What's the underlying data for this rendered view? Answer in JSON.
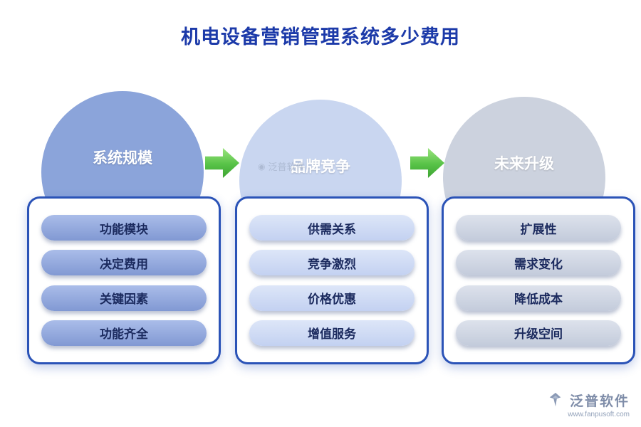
{
  "title": "机电设备营销管理系统多少费用",
  "watermark": "泛普软件",
  "columns": [
    {
      "circle_label": "系统规模",
      "items": [
        "功能模块",
        "决定费用",
        "关键因素",
        "功能齐全"
      ]
    },
    {
      "circle_label": "品牌竞争",
      "items": [
        "供需关系",
        "竞争激烈",
        "价格优惠",
        "增值服务"
      ]
    },
    {
      "circle_label": "未来升级",
      "items": [
        "扩展性",
        "需求变化",
        "降低成本",
        "升级空间"
      ]
    }
  ],
  "logo": {
    "name": "泛普软件",
    "url": "www.fanpusoft.com"
  },
  "colors": {
    "title_blue": "#1c3aa9",
    "circle_1": "#8ba4da",
    "circle_2": "#c9d6f0",
    "circle_3": "#ccd2de",
    "panel_border": "#2b53b7",
    "arrow_green": "#57c247",
    "pill_text": "#1b2a5e"
  }
}
